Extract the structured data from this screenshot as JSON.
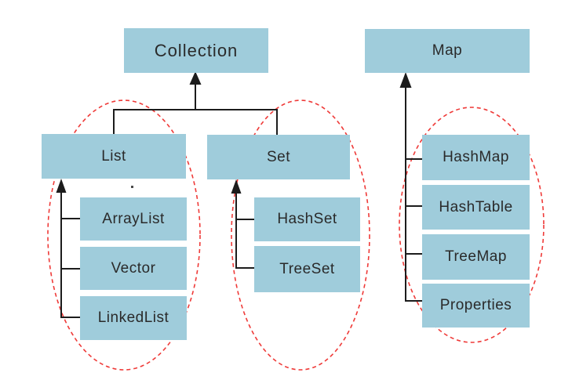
{
  "nodes": {
    "collection": {
      "label": "Collection"
    },
    "map": {
      "label": "Map"
    },
    "list": {
      "label": "List"
    },
    "set": {
      "label": "Set"
    },
    "arraylist": {
      "label": "ArrayList"
    },
    "vector": {
      "label": "Vector"
    },
    "linkedlist": {
      "label": "LinkedList"
    },
    "hashset": {
      "label": "HashSet"
    },
    "treeset": {
      "label": "TreeSet"
    },
    "hashmap": {
      "label": "HashMap"
    },
    "hashtable": {
      "label": "HashTable"
    },
    "treemap": {
      "label": "TreeMap"
    },
    "properties": {
      "label": "Properties"
    }
  },
  "edges": [
    {
      "from": "List",
      "to": "Collection",
      "style": "solid-arrow-up"
    },
    {
      "from": "Set",
      "to": "Collection",
      "style": "solid-arrow-up"
    },
    {
      "from": "ArrayList",
      "to": "List",
      "style": "solid-arrow-up"
    },
    {
      "from": "Vector",
      "to": "List",
      "style": "solid-arrow-up"
    },
    {
      "from": "LinkedList",
      "to": "List",
      "style": "solid-arrow-up"
    },
    {
      "from": "HashSet",
      "to": "Set",
      "style": "solid-arrow-up"
    },
    {
      "from": "TreeSet",
      "to": "Set",
      "style": "solid-arrow-up"
    },
    {
      "from": "HashMap",
      "to": "Map",
      "style": "solid-arrow-up"
    },
    {
      "from": "HashTable",
      "to": "Map",
      "style": "solid-arrow-up"
    },
    {
      "from": "TreeMap",
      "to": "Map",
      "style": "solid-arrow-up"
    },
    {
      "from": "Properties",
      "to": "Map",
      "style": "solid-arrow-up"
    }
  ],
  "groups": [
    {
      "name": "list-group",
      "style": "red-dashed-ellipse",
      "members": [
        "List",
        "ArrayList",
        "Vector",
        "LinkedList"
      ]
    },
    {
      "name": "set-group",
      "style": "red-dashed-ellipse",
      "members": [
        "Set",
        "HashSet",
        "TreeSet"
      ]
    },
    {
      "name": "map-group",
      "style": "red-dashed-ellipse",
      "members": [
        "HashMap",
        "HashTable",
        "TreeMap",
        "Properties"
      ]
    }
  ],
  "colors": {
    "node_fill": "#9fccdb",
    "line": "#1c1c1c",
    "ellipse_stroke": "#ef3a38",
    "text": "#2a2a2a"
  }
}
